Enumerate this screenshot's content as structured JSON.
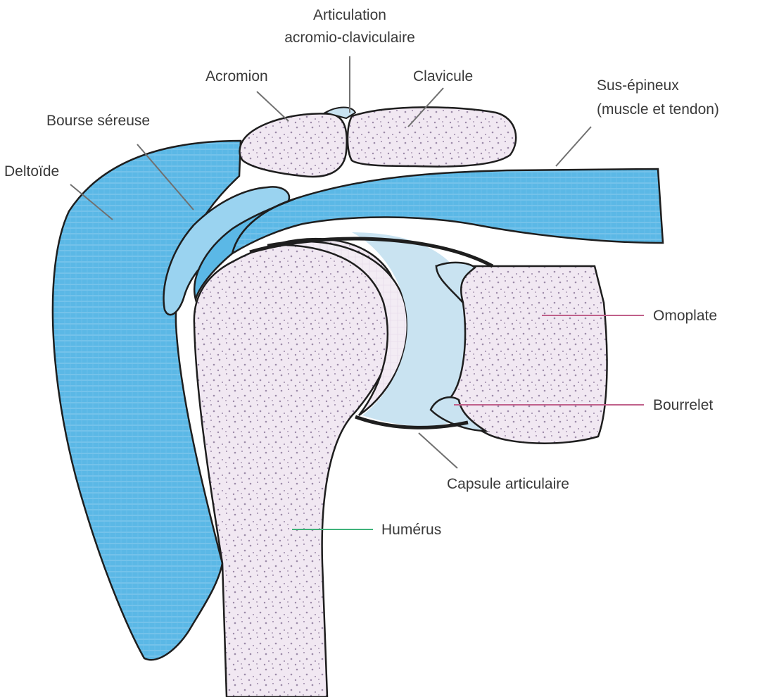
{
  "labels": {
    "articulation_line1": "Articulation",
    "articulation_line2": "acromio-claviculaire",
    "acromion": "Acromion",
    "clavicule": "Clavicule",
    "sus_epineux_line1": "Sus-épineux",
    "sus_epineux_line2": "(muscle et tendon)",
    "bourse": "Bourse séreuse",
    "deltoide": "Deltoïde",
    "omoplate": "Omoplate",
    "bourrelet": "Bourrelet",
    "capsule": "Capsule articulaire",
    "humerus": "Humérus"
  },
  "colors": {
    "muscle": "#5bb8e6",
    "muscle_light": "#9ad3f0",
    "bone": "#f1e8f2",
    "bone_dots": "#9c8aa8",
    "cartilage": "#c9e3f1",
    "outline": "#1e1e1e",
    "leader_default": "#707070",
    "leader_omoplate": "#c0608a",
    "leader_humerus": "#3fb27a"
  }
}
